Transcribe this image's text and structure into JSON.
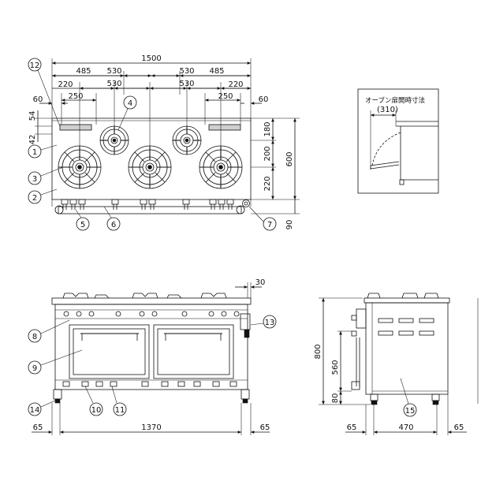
{
  "top_view": {
    "overall_width": "1500",
    "segments_upper": [
      "485",
      "530",
      "530",
      "485"
    ],
    "segments_lower": [
      "220",
      "530",
      "220"
    ],
    "burner_spacing_left": "250",
    "burner_spacing_right": "250",
    "left_edge": "60",
    "right_edge": "60",
    "left_small_1": "54",
    "left_small_2": "42",
    "right_depths": [
      "180",
      "200",
      "220"
    ],
    "overall_depth": "600",
    "bottom_depth": "90"
  },
  "oven_door_inset": {
    "title": "オーブン扉開時寸法",
    "dimension": "(310)"
  },
  "front_view": {
    "top_right": "30",
    "left": "65",
    "middle": "1370",
    "right": "65"
  },
  "side_view": {
    "height_total": "800",
    "height_mid": "560",
    "height_low": "80",
    "bottom_left": "65",
    "bottom_mid": "470",
    "bottom_right": "65"
  },
  "callouts": [
    "1",
    "2",
    "3",
    "4",
    "5",
    "6",
    "7",
    "8",
    "9",
    "10",
    "11",
    "12",
    "13",
    "14",
    "15"
  ]
}
